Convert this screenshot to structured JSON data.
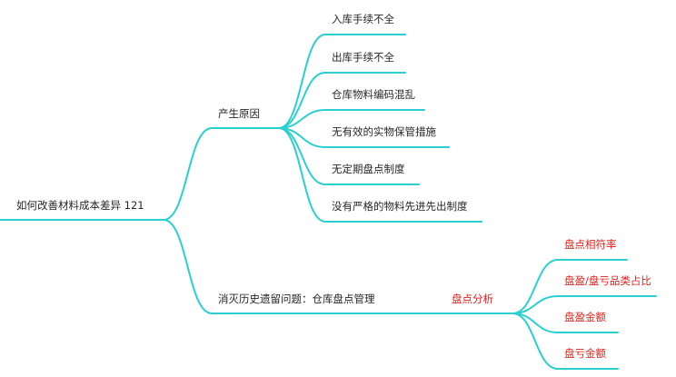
{
  "colors": {
    "connector": "#2bcfcf",
    "text": "#262626",
    "highlight": "#e0201b"
  },
  "root": {
    "label": "如何改善材料成本差异 121"
  },
  "branches": [
    {
      "label": "产生原因",
      "children": [
        {
          "label": "入库手续不全"
        },
        {
          "label": "出库手续不全"
        },
        {
          "label": "仓库物料编码混乱"
        },
        {
          "label": "无有效的实物保管措施"
        },
        {
          "label": "无定期盘点制度"
        },
        {
          "label": "没有严格的物料先进先出制度"
        }
      ]
    },
    {
      "label": "消灭历史遗留问题：仓库盘点管理",
      "children": [
        {
          "label": "盘点分析",
          "highlight": true,
          "children": [
            {
              "label": "盘点相符率",
              "highlight": true
            },
            {
              "label": "盘盈/盘亏品类占比",
              "highlight": true
            },
            {
              "label": "盘盈金额",
              "highlight": true
            },
            {
              "label": "盘亏金额",
              "highlight": true
            }
          ]
        }
      ]
    }
  ]
}
